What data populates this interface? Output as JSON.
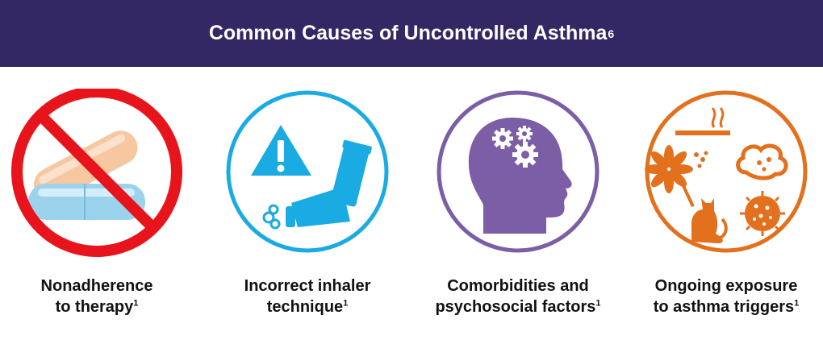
{
  "header": {
    "title": "Common Causes of Uncontrolled Asthma",
    "ref": "6"
  },
  "colors": {
    "header_bg": "#332764",
    "red": "#E8141C",
    "blue": "#1AABE2",
    "purple": "#7B5EA6",
    "orange": "#E2701C"
  },
  "items": [
    {
      "line1": "Nonadherence",
      "line2": "to therapy",
      "ref": "1",
      "icon": "no-pill-icon"
    },
    {
      "line1": "Incorrect inhaler",
      "line2": "technique",
      "ref": "1",
      "icon": "inhaler-warning-icon"
    },
    {
      "line1": "Comorbidities and",
      "line2": "psychosocial factors",
      "ref": "1",
      "icon": "head-gears-icon"
    },
    {
      "line1": "Ongoing exposure",
      "line2": "to asthma triggers",
      "ref": "1",
      "icon": "asthma-triggers-icon"
    }
  ]
}
